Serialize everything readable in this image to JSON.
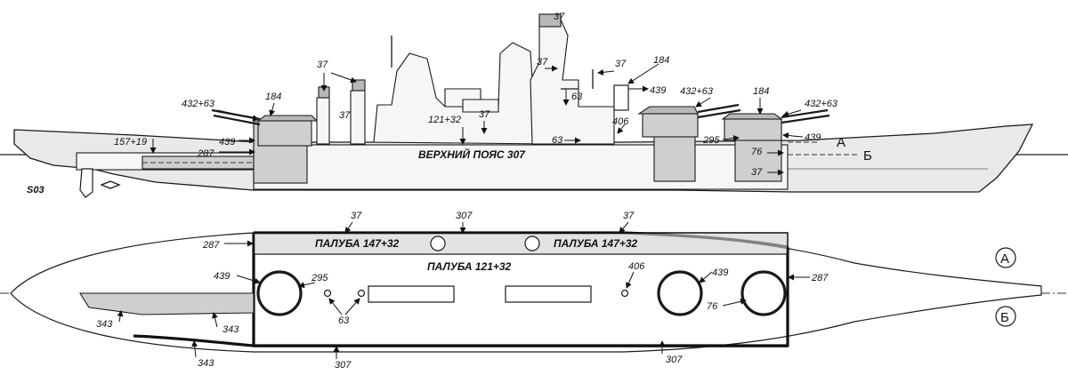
{
  "labels": {
    "armor_432_63": "432+63",
    "barbette_184": "184",
    "armor_37": "37",
    "armor_439": "439",
    "armor_121_32": "121+32",
    "armor_63": "63",
    "armor_406": "406",
    "armor_157_19": "157+19",
    "armor_287": "287",
    "armor_295": "295",
    "armor_76": "76",
    "armor_307": "307",
    "armor_343": "343",
    "upper_belt": "ВЕРХНИЙ ПОЯС 307",
    "deck_147_32": "ПАЛУБА 147+32",
    "deck_121_32": "ПАЛУБА 121+32",
    "frame_503": "S03",
    "section_a": "А",
    "section_b": "Б"
  }
}
